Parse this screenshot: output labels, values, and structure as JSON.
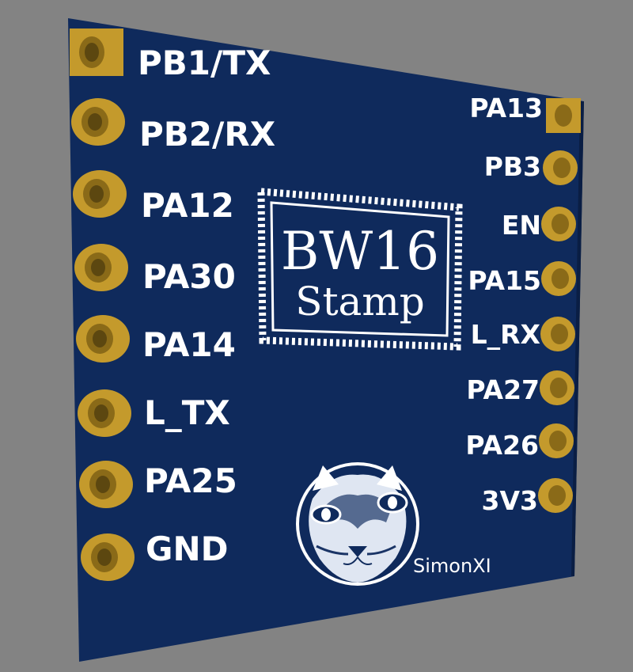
{
  "board": {
    "title_line1": "BW16",
    "title_line2": "Stamp",
    "credit": "SimonXI",
    "colors": {
      "background": "#838383",
      "pcb": "#0f2a5c",
      "pcb_edge": "#0a1e44",
      "pad": "#c49a2c",
      "pad_hole": "#8a6a18",
      "silkscreen": "#ffffff"
    }
  },
  "pins_left": [
    {
      "label": "PB1/TX",
      "pad": "square"
    },
    {
      "label": "PB2/RX",
      "pad": "round"
    },
    {
      "label": "PA12",
      "pad": "round"
    },
    {
      "label": "PA30",
      "pad": "round"
    },
    {
      "label": "PA14",
      "pad": "round"
    },
    {
      "label": "L_TX",
      "pad": "round"
    },
    {
      "label": "PA25",
      "pad": "round"
    },
    {
      "label": "GND",
      "pad": "round"
    }
  ],
  "pins_right": [
    {
      "label": "PA13",
      "pad": "square"
    },
    {
      "label": "PB3",
      "pad": "round"
    },
    {
      "label": "EN",
      "pad": "round"
    },
    {
      "label": "PA15",
      "pad": "round"
    },
    {
      "label": "L_RX",
      "pad": "round"
    },
    {
      "label": "PA27",
      "pad": "round"
    },
    {
      "label": "PA26",
      "pad": "round"
    },
    {
      "label": "3V3",
      "pad": "round"
    }
  ]
}
